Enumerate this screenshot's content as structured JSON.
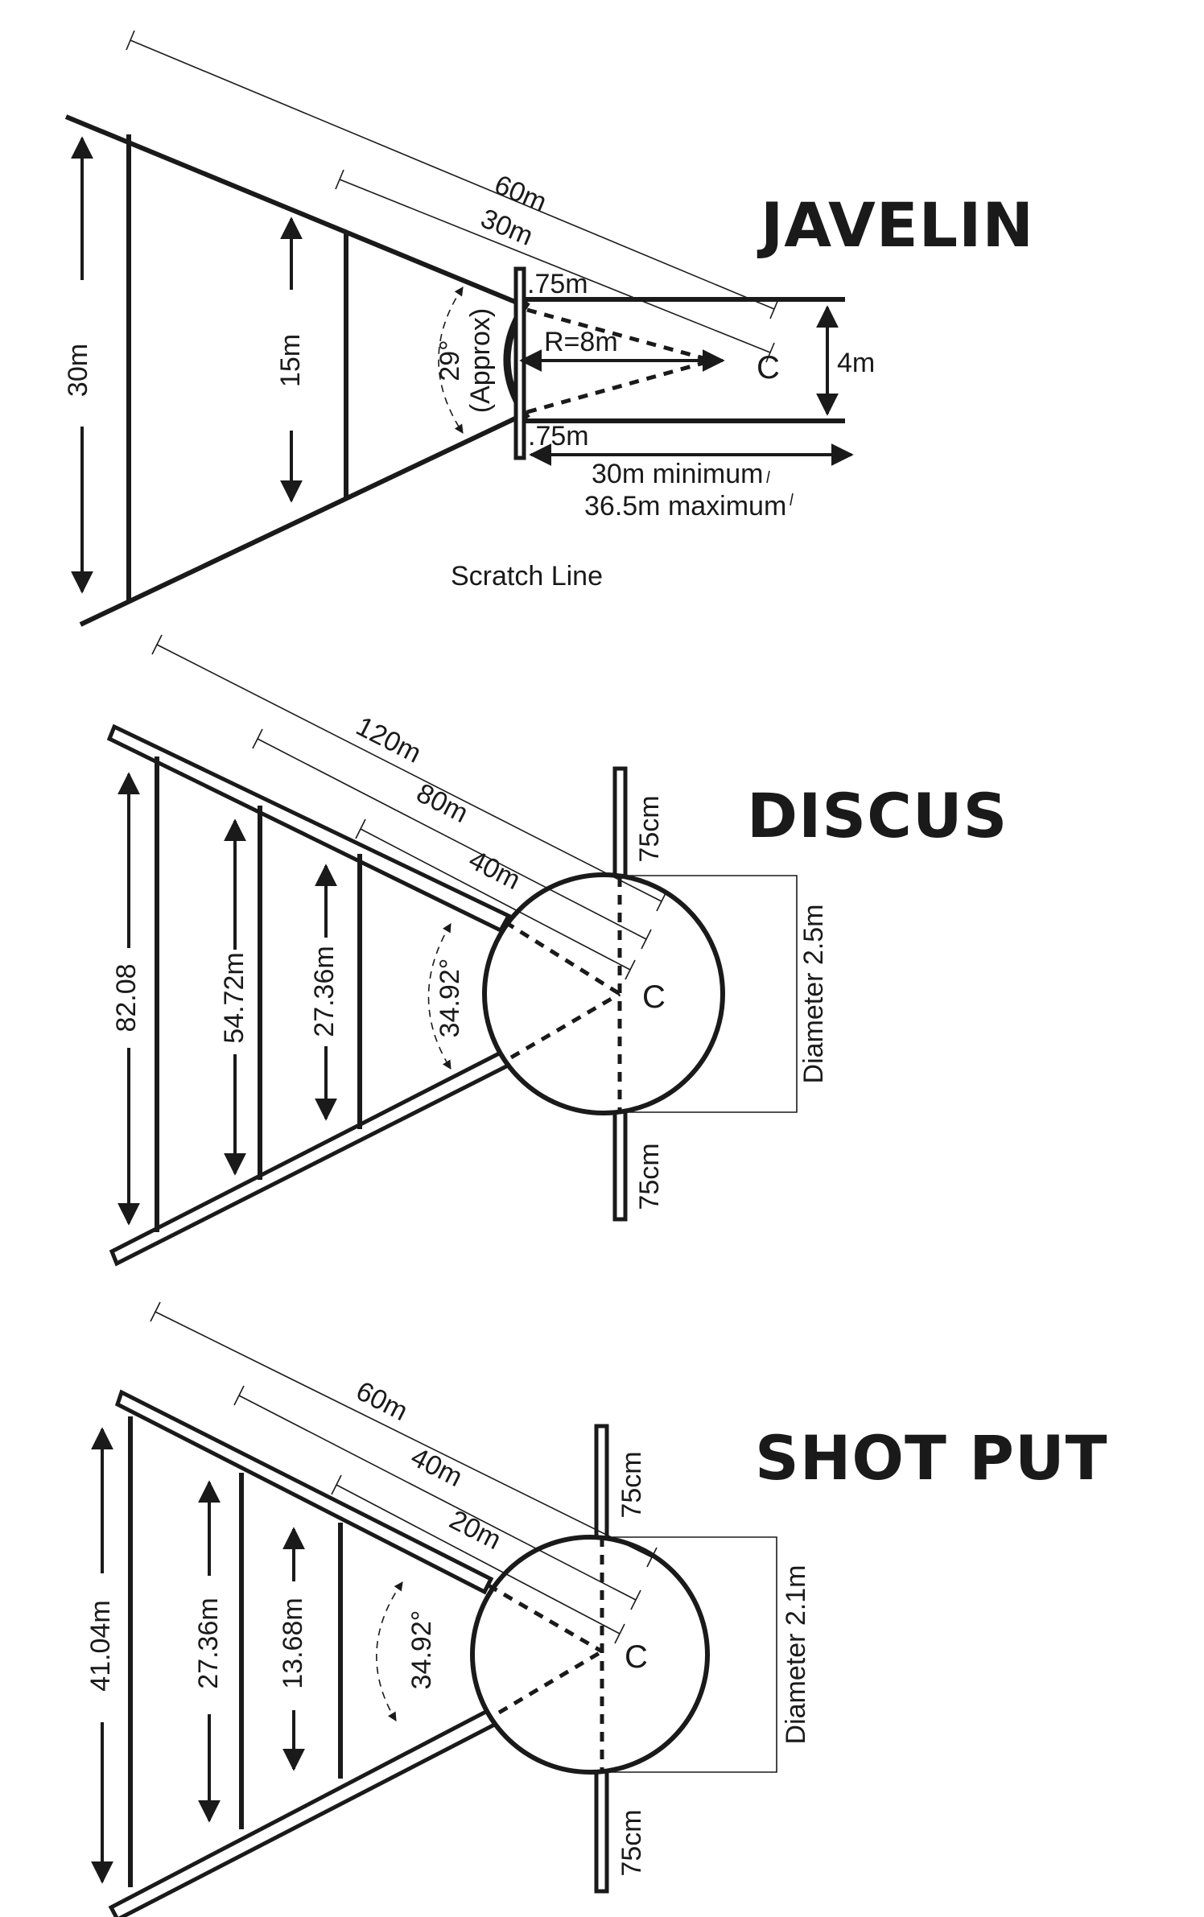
{
  "javelin": {
    "title": "JAVELIN",
    "dim_60": "60m",
    "dim_30_diag": "30m",
    "width_30": "30m",
    "width_15": "15m",
    "angle": "29°",
    "angle_note": "(Approx)",
    "offset_top": ".75m",
    "offset_bottom": ".75m",
    "radius": "R=8m",
    "center": "C",
    "runway_width": "4m",
    "runway_min": "30m minimum",
    "runway_max": "36.5m maximum",
    "scratch_line": "Scratch Line"
  },
  "discus": {
    "title": "DISCUS",
    "dim_120": "120m",
    "dim_80": "80m",
    "dim_40": "40m",
    "width_outer": "82.08",
    "width_mid": "54.72m",
    "width_inner": "27.36m",
    "angle": "34.92°",
    "center": "C",
    "diameter": "Diameter 2.5m",
    "ext_top": "75cm",
    "ext_bottom": "75cm"
  },
  "shotput": {
    "title": "SHOT PUT",
    "dim_60": "60m",
    "dim_40": "40m",
    "dim_20": "20m",
    "width_outer": "41.04m",
    "width_mid": "27.36m",
    "width_inner": "13.68m",
    "angle": "34.92°",
    "center": "C",
    "diameter": "Diameter 2.1m",
    "ext_top": "75cm",
    "ext_bottom": "75cm"
  }
}
